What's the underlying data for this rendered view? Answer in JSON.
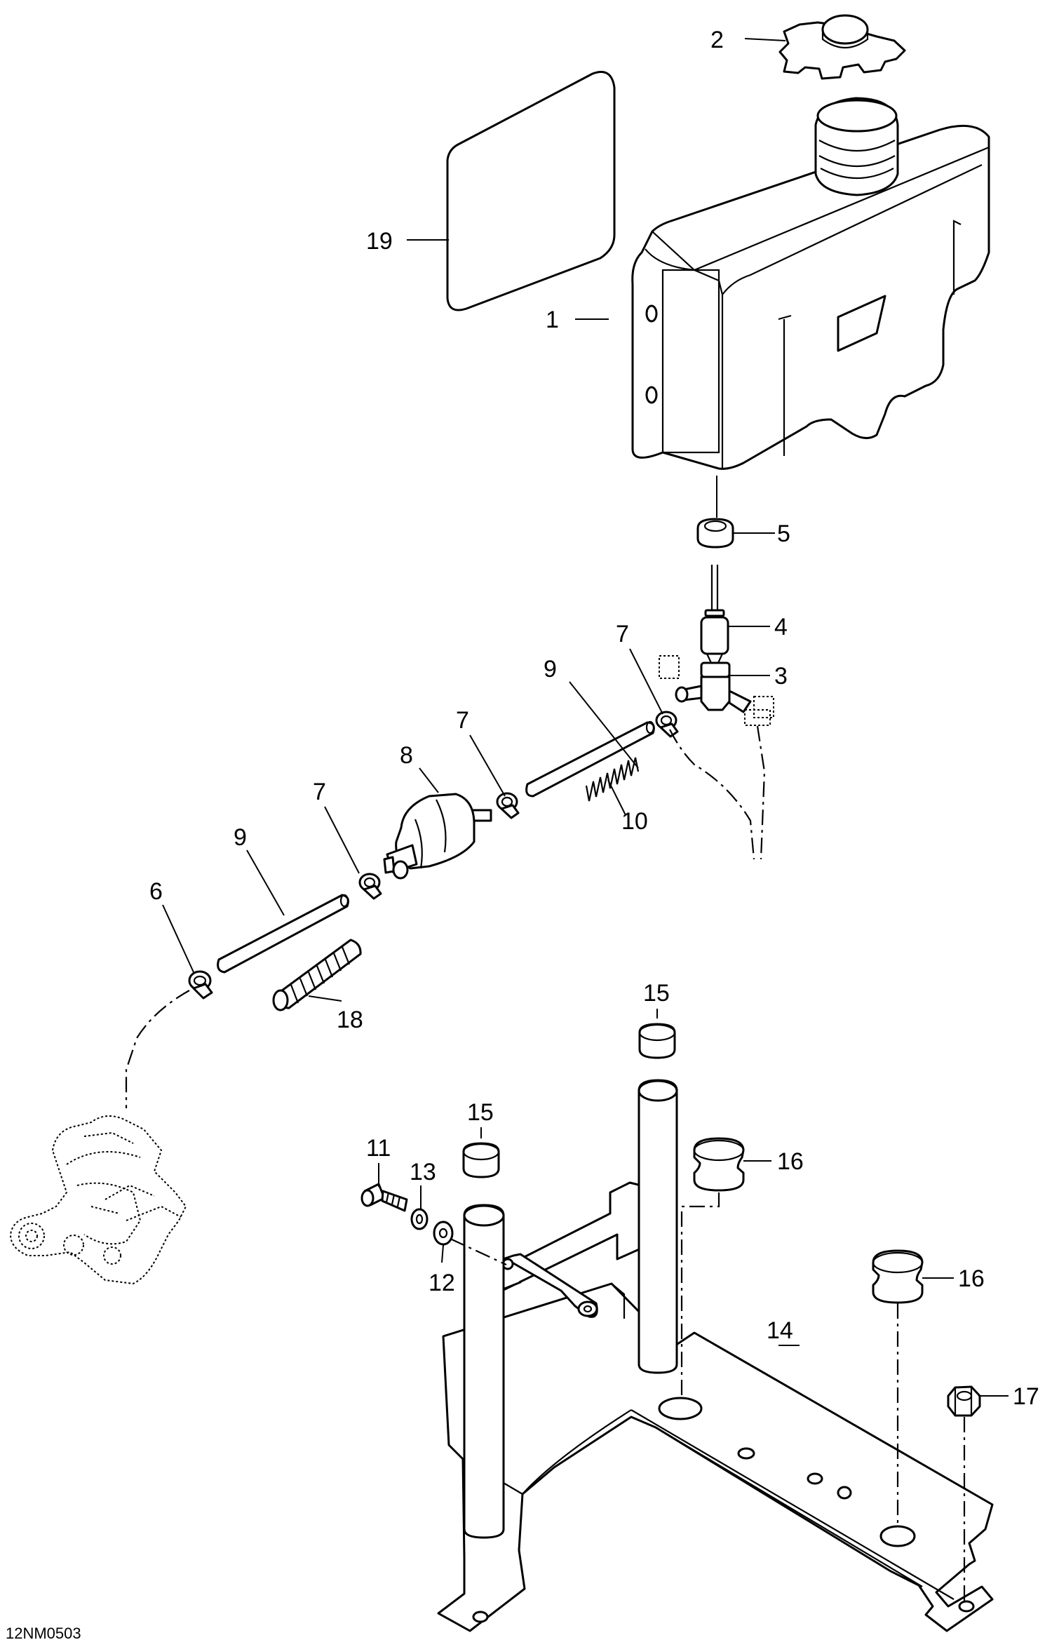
{
  "callouts": {
    "c1": "1",
    "c2": "2",
    "c3": "3",
    "c4": "4",
    "c5": "5",
    "c6": "6",
    "c7a": "7",
    "c7b": "7",
    "c7c": "7",
    "c8": "8",
    "c9a": "9",
    "c9b": "9",
    "c10": "10",
    "c11": "11",
    "c12": "12",
    "c13": "13",
    "c14": "14",
    "c15a": "15",
    "c15b": "15",
    "c16a": "16",
    "c16b": "16",
    "c17": "17",
    "c18": "18",
    "c19": "19"
  },
  "figure_code": "12NM0503"
}
